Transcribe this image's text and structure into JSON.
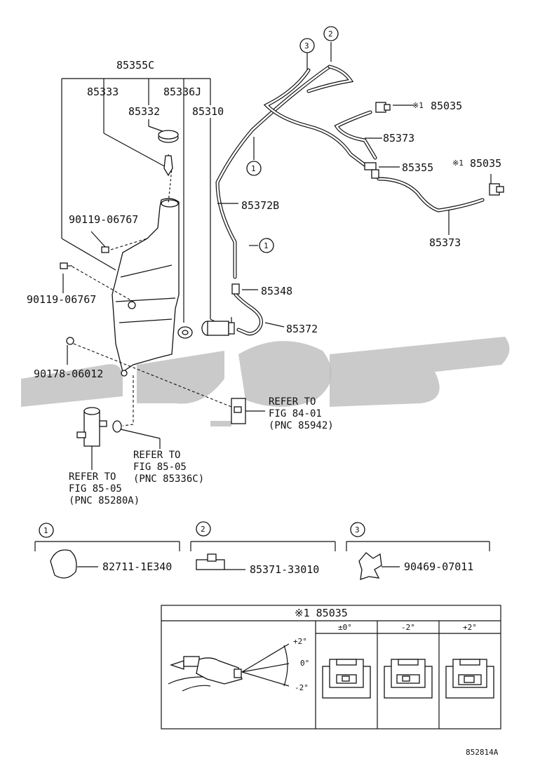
{
  "labels": {
    "p85355C": "85355C",
    "p85333": "85333",
    "p85336J": "85336J",
    "p85332": "85332",
    "p85310": "85310",
    "p90119a": "90119-06767",
    "p90119b": "90119-06767",
    "p90178": "90178-06012",
    "p85372B": "85372B",
    "p85348": "85348",
    "p85372": "85372",
    "p85373a": "85373",
    "p85373b": "85373",
    "p85355": "85355",
    "p85035a": "85035",
    "p85035b": "85035",
    "mark": "※1"
  },
  "refs": {
    "r1": [
      "REFER TO",
      "FIG 84-01",
      "(PNC 85942)"
    ],
    "r2": [
      "REFER TO",
      "FIG 85-05",
      "(PNC 85336C)"
    ],
    "r3": [
      "REFER TO",
      "FIG 85-05",
      "(PNC 85280A)"
    ]
  },
  "callouts": {
    "c1": "1",
    "c2": "2",
    "c3": "3"
  },
  "legend": [
    {
      "num": "1",
      "part": "82711-1E340"
    },
    {
      "num": "2",
      "part": "85371-33010"
    },
    {
      "num": "3",
      "part": "90469-07011"
    }
  ],
  "table": {
    "title": "※1 85035",
    "angles": [
      "+2°",
      "0°",
      "-2°"
    ],
    "columns": [
      "±0°",
      "-2°",
      "+2°"
    ]
  },
  "figure_id": "852814A"
}
